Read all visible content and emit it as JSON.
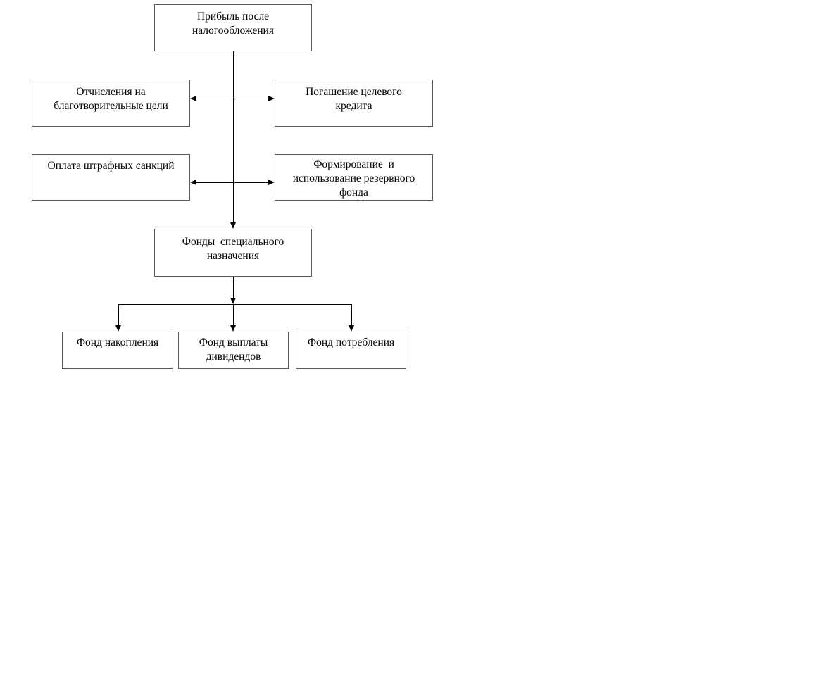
{
  "diagram": {
    "description": "Flowchart of profit distribution after taxation",
    "boxes": {
      "profit_after_tax": {
        "label": "Прибыль после\nналогообложения"
      },
      "charity_deductions": {
        "label": "Отчисления на\nблаготворительные цели"
      },
      "target_credit_repayment": {
        "label": "Погашение целевого\nкредита"
      },
      "penalty_payments": {
        "label": "Оплата штрафных санкций"
      },
      "reserve_fund": {
        "label": "Формирование  и\nиспользование резервного\nфонда"
      },
      "special_purpose_funds": {
        "label": "Фонды  специального\nназначения"
      },
      "accumulation_fund": {
        "label": "Фонд накопления"
      },
      "dividend_payment_fund": {
        "label": "Фонд выплаты\nдивидендов"
      },
      "consumption_fund": {
        "label": "Фонд потребления"
      }
    },
    "edges": [
      {
        "from": "profit_after_tax",
        "to": "special_purpose_funds",
        "type": "arrow-down"
      },
      {
        "from": "charity_deductions",
        "to": "target_credit_repayment",
        "type": "double-headed-arrow"
      },
      {
        "from": "penalty_payments",
        "to": "reserve_fund",
        "type": "double-headed-arrow"
      },
      {
        "from": "special_purpose_funds",
        "to": "accumulation_fund",
        "type": "arrow-down"
      },
      {
        "from": "special_purpose_funds",
        "to": "dividend_payment_fund",
        "type": "arrow-down"
      },
      {
        "from": "special_purpose_funds",
        "to": "consumption_fund",
        "type": "arrow-down"
      }
    ],
    "colors": {
      "background": "#ffffff",
      "box_border": "#595959",
      "box_fill": "#ffffff",
      "connector": "#000000",
      "text": "#000000"
    }
  }
}
